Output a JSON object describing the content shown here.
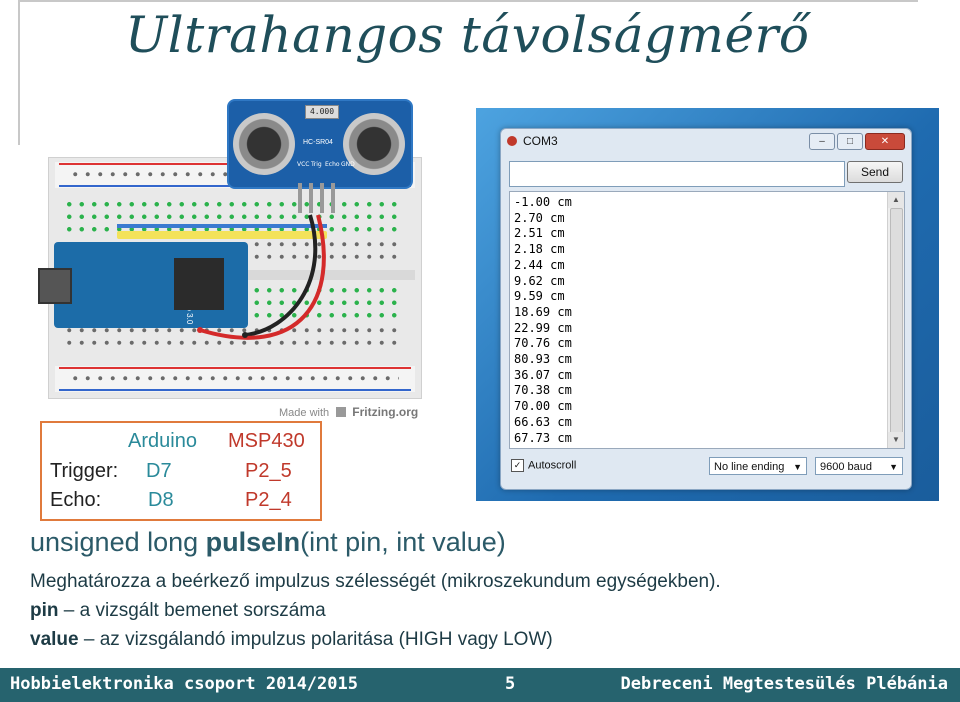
{
  "slide": {
    "title": "Ultrahangos távolságmérő"
  },
  "diagram": {
    "made_with": "Made with",
    "fritzing_brand": "Fritzing.org",
    "sensor_label": "HC-SR04",
    "crystal_label": "4.000",
    "sensor_pins": [
      "VCC",
      "Trig",
      "Echo",
      "GND"
    ],
    "board_label": "Arduino Nano 3.0"
  },
  "pin_table": {
    "header_arduino": "Arduino",
    "header_msp": "MSP430",
    "rows": [
      {
        "name": "Trigger:",
        "arduino": "D7",
        "msp": "P2_5"
      },
      {
        "name": "Echo:",
        "arduino": "D8",
        "msp": "P2_4"
      }
    ]
  },
  "serial_monitor": {
    "title": "COM3",
    "send_label": "Send",
    "input_value": "",
    "output_lines": [
      "-1.00 cm",
      "2.70 cm",
      "2.51 cm",
      "2.18 cm",
      "2.44 cm",
      "9.62 cm",
      "9.59 cm",
      "18.69 cm",
      "22.99 cm",
      "70.76 cm",
      "80.93 cm",
      "36.07 cm",
      "70.38 cm",
      "70.00 cm",
      "66.63 cm",
      "67.73 cm"
    ],
    "autoscroll_label": "Autoscroll",
    "autoscroll_checked": true,
    "line_ending": "No line ending",
    "baud": "9600 baud"
  },
  "function": {
    "prefix": "unsigned long ",
    "name": "pulseIn",
    "args": "(int pin, int value)"
  },
  "description": {
    "line1": "Meghatározza a beérkező impulzus szélességét (mikroszekundum egységekben).",
    "pin_term": "pin",
    "pin_text": " – a vizsgált bemenet sorszáma",
    "value_term": "value",
    "value_text": " – az vizsgálandó impulzus polaritása (HIGH vagy LOW)"
  },
  "footer": {
    "left": "Hobbielektronika csoport 2014/2015",
    "page": "5",
    "right": "Debreceni Megtestesülés Plébánia"
  },
  "colors": {
    "title": "#1f4e5a",
    "footer_bg": "#26636e",
    "table_border": "#e07a3c",
    "teal": "#2a8a9a",
    "red": "#c0392b"
  }
}
